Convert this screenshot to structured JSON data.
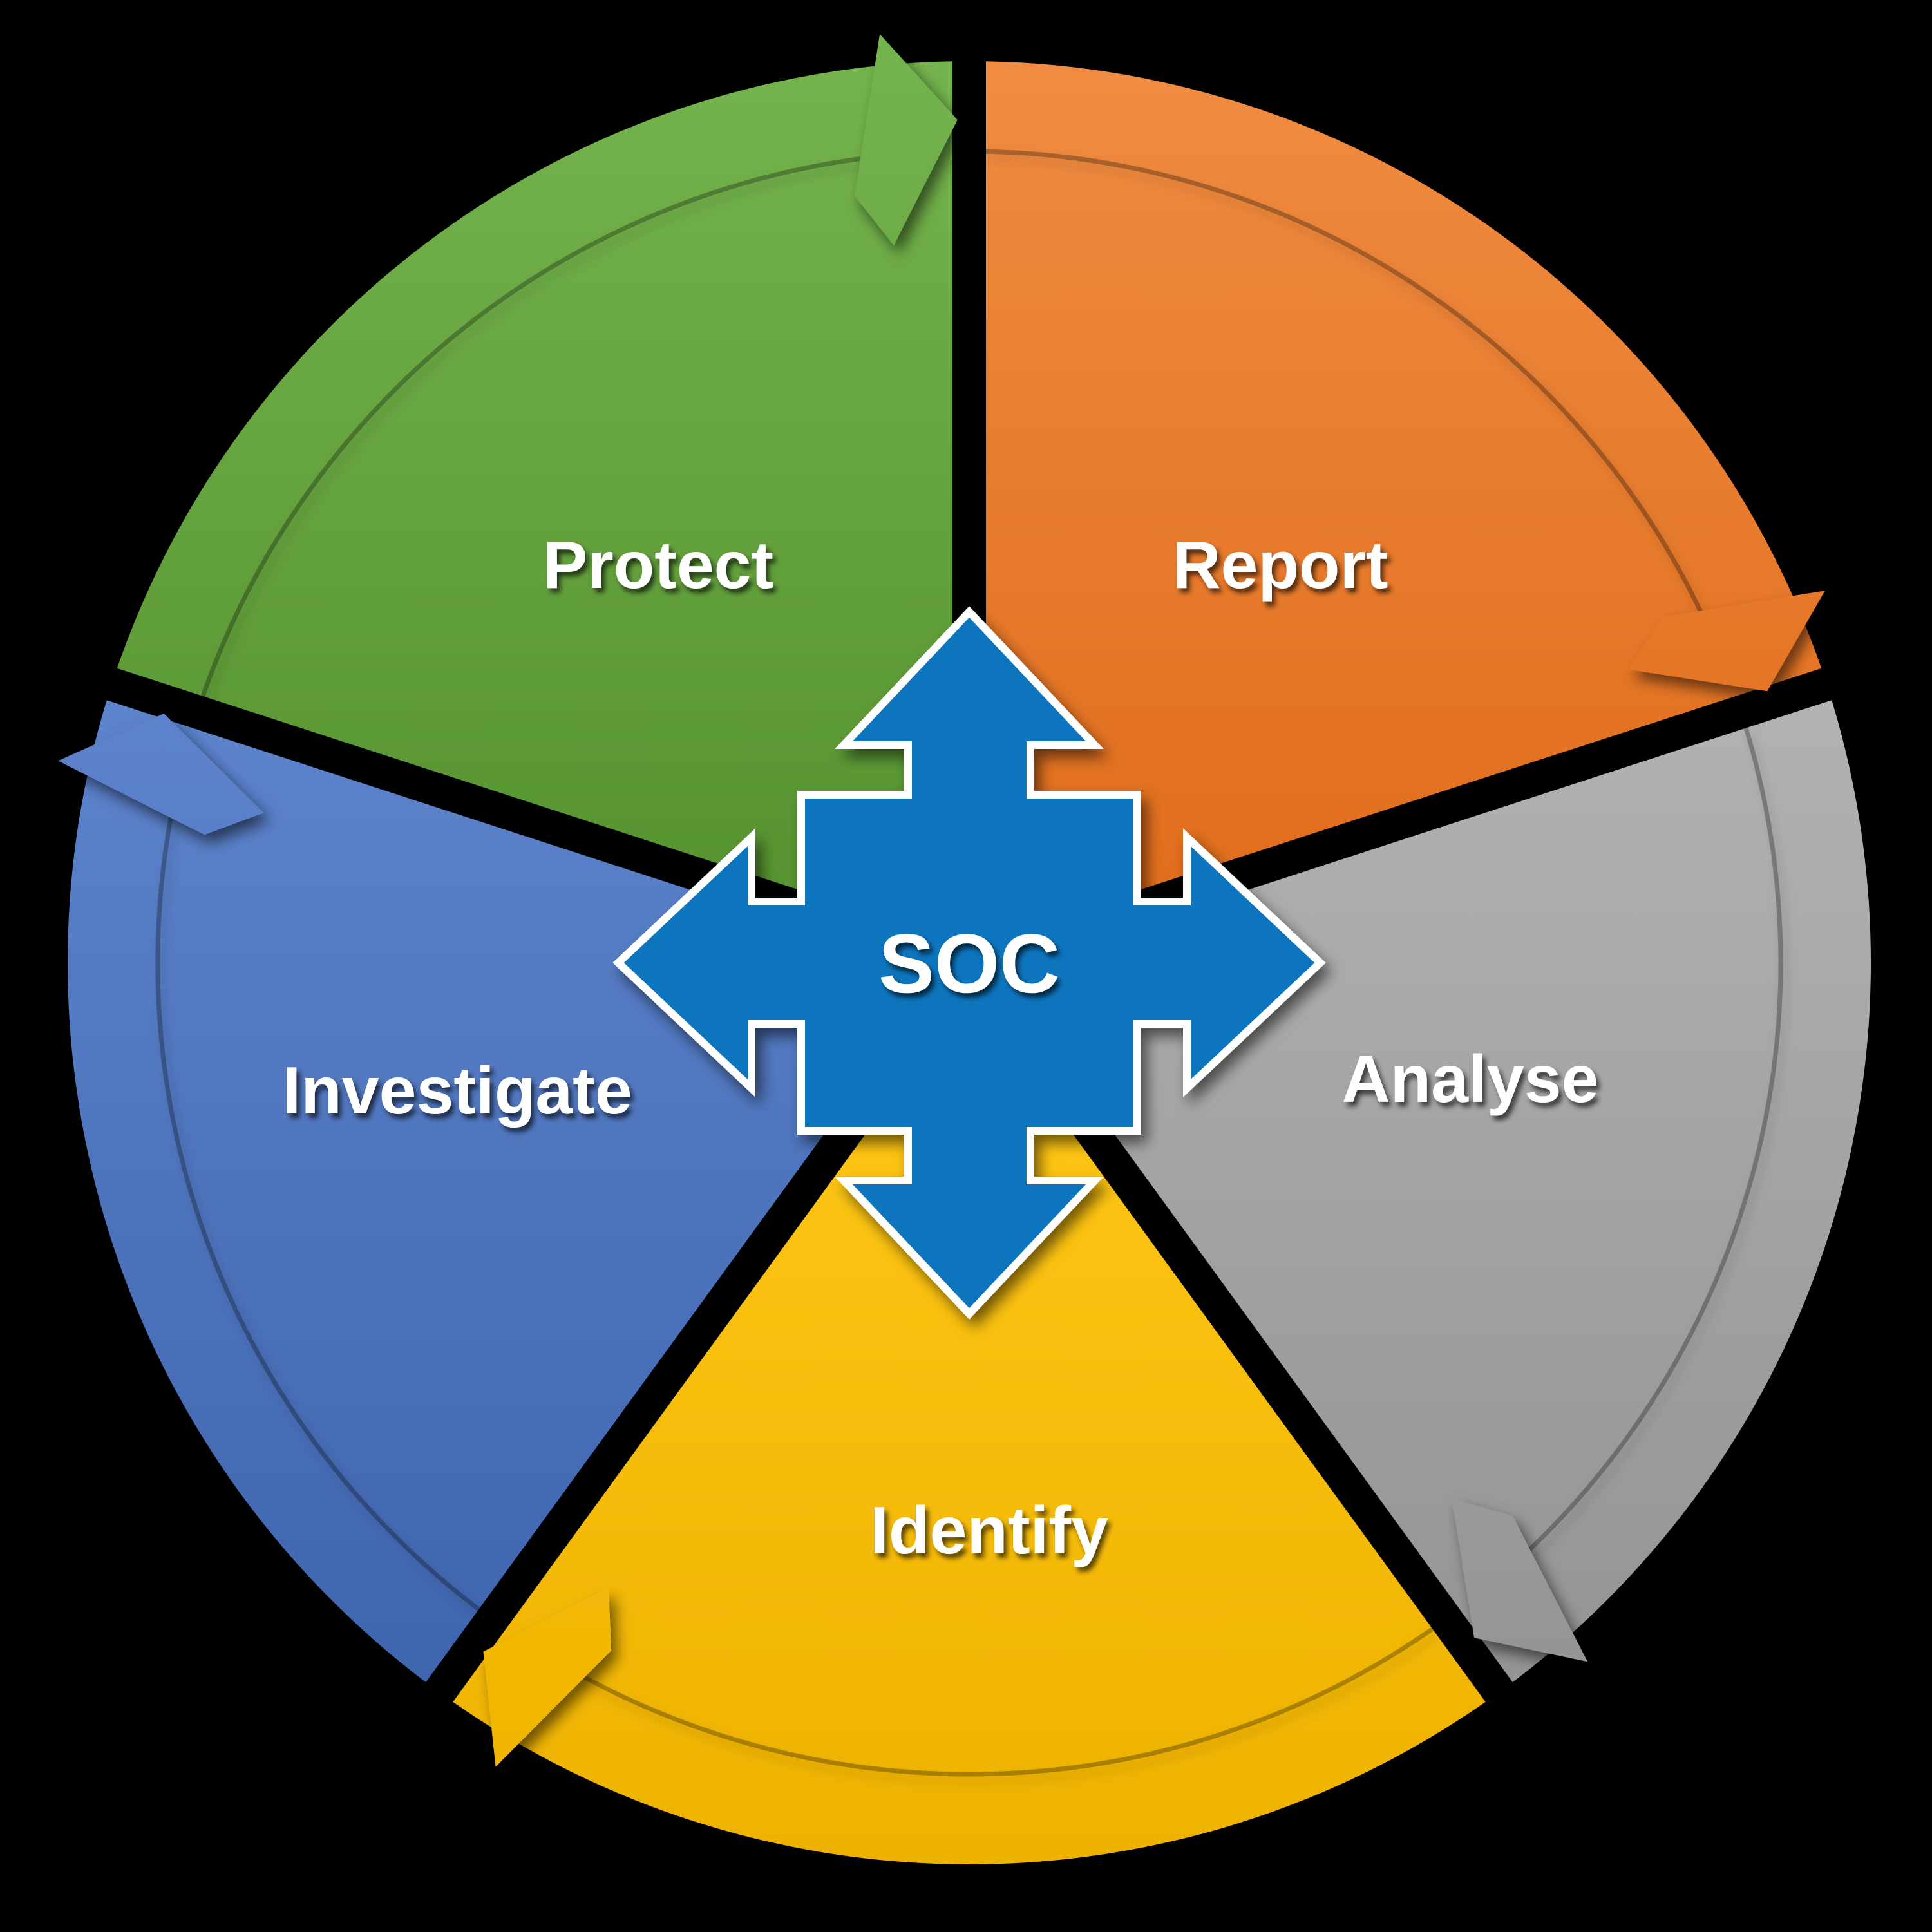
{
  "diagram": {
    "type": "cycle",
    "flow_direction": "clockwise",
    "background_color": "#000000",
    "center": {
      "label": "SOC",
      "shape": "quad-arrow-callout",
      "fill_color": "#1174BE",
      "outline_color": "#FFFFFF",
      "text_color": "#FFFFFF"
    },
    "segments": [
      {
        "label": "Report",
        "start_angle": -90,
        "end_angle": -18,
        "color_light": "#F08C42",
        "color_dark": "#E06C1A",
        "label_angle": -52,
        "label_r": 0.56
      },
      {
        "label": "Analyse",
        "start_angle": -18,
        "end_angle": 54,
        "color_light": "#B2B2B2",
        "color_dark": "#949494",
        "label_angle": 13,
        "label_r": 0.57
      },
      {
        "label": "Identify",
        "start_angle": 54,
        "end_angle": 126,
        "color_light": "#FFC817",
        "color_dark": "#EEB200",
        "label_angle": 88,
        "label_r": 0.63
      },
      {
        "label": "Investigate",
        "start_angle": 126,
        "end_angle": 198,
        "color_light": "#5D83CC",
        "color_dark": "#3F65AE",
        "label_angle": 166,
        "label_r": 0.585
      },
      {
        "label": "Protect",
        "start_angle": 198,
        "end_angle": 270,
        "color_light": "#75B44E",
        "color_dark": "#55922F",
        "label_angle": 232,
        "label_r": 0.56
      }
    ],
    "label_text_color": "#FFFFFF"
  }
}
